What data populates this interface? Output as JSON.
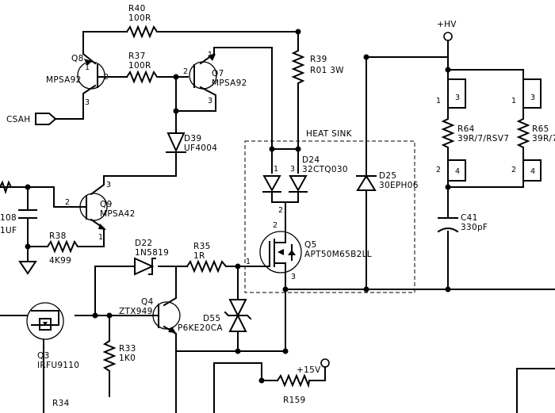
{
  "parts": {
    "r40": {
      "ref": "R40",
      "value": "100R"
    },
    "r37": {
      "ref": "R37",
      "value": "100R"
    },
    "r39": {
      "ref": "R39",
      "value": "R01 3W"
    },
    "q8": {
      "ref": "Q8",
      "type": "MPSA92"
    },
    "q7": {
      "ref": "Q7",
      "type": "MPSA92"
    },
    "d39": {
      "ref": "D39",
      "type": "UF4004"
    },
    "q9": {
      "ref": "Q9",
      "type": "MPSA42"
    },
    "c108": {
      "ref": "108",
      "value": "1UF"
    },
    "r38": {
      "ref": "R38",
      "value": "4K99"
    },
    "d22": {
      "ref": "D22",
      "type": "1N5819"
    },
    "r35": {
      "ref": "R35",
      "value": "1R"
    },
    "q4": {
      "ref": "Q4",
      "type": "ZTX949"
    },
    "d55": {
      "ref": "D55",
      "type": "P6KE20CA"
    },
    "q3": {
      "ref": "Q3",
      "type": "IRFU9110"
    },
    "r33": {
      "ref": "R33",
      "value": "1K0"
    },
    "r34": {
      "ref": "R34"
    },
    "r159": {
      "ref": "R159"
    },
    "d24": {
      "ref": "D24",
      "type": "32CTQ030"
    },
    "q5": {
      "ref": "Q5",
      "type": "APT50M65B2LL"
    },
    "d25": {
      "ref": "D25",
      "type": "30EPH06"
    },
    "r64": {
      "ref": "R64",
      "value": "39R/7/RSV7"
    },
    "r65": {
      "ref": "R65",
      "value": "39R/7"
    },
    "c41": {
      "ref": "C41",
      "value": "330pF"
    }
  },
  "nets": {
    "hv": "+HV",
    "v15": "+15V",
    "csah": "CSAH"
  },
  "heatsink": "HEAT SINK",
  "pins": {
    "one": "1",
    "two": "2",
    "three": "3",
    "four": "4"
  }
}
